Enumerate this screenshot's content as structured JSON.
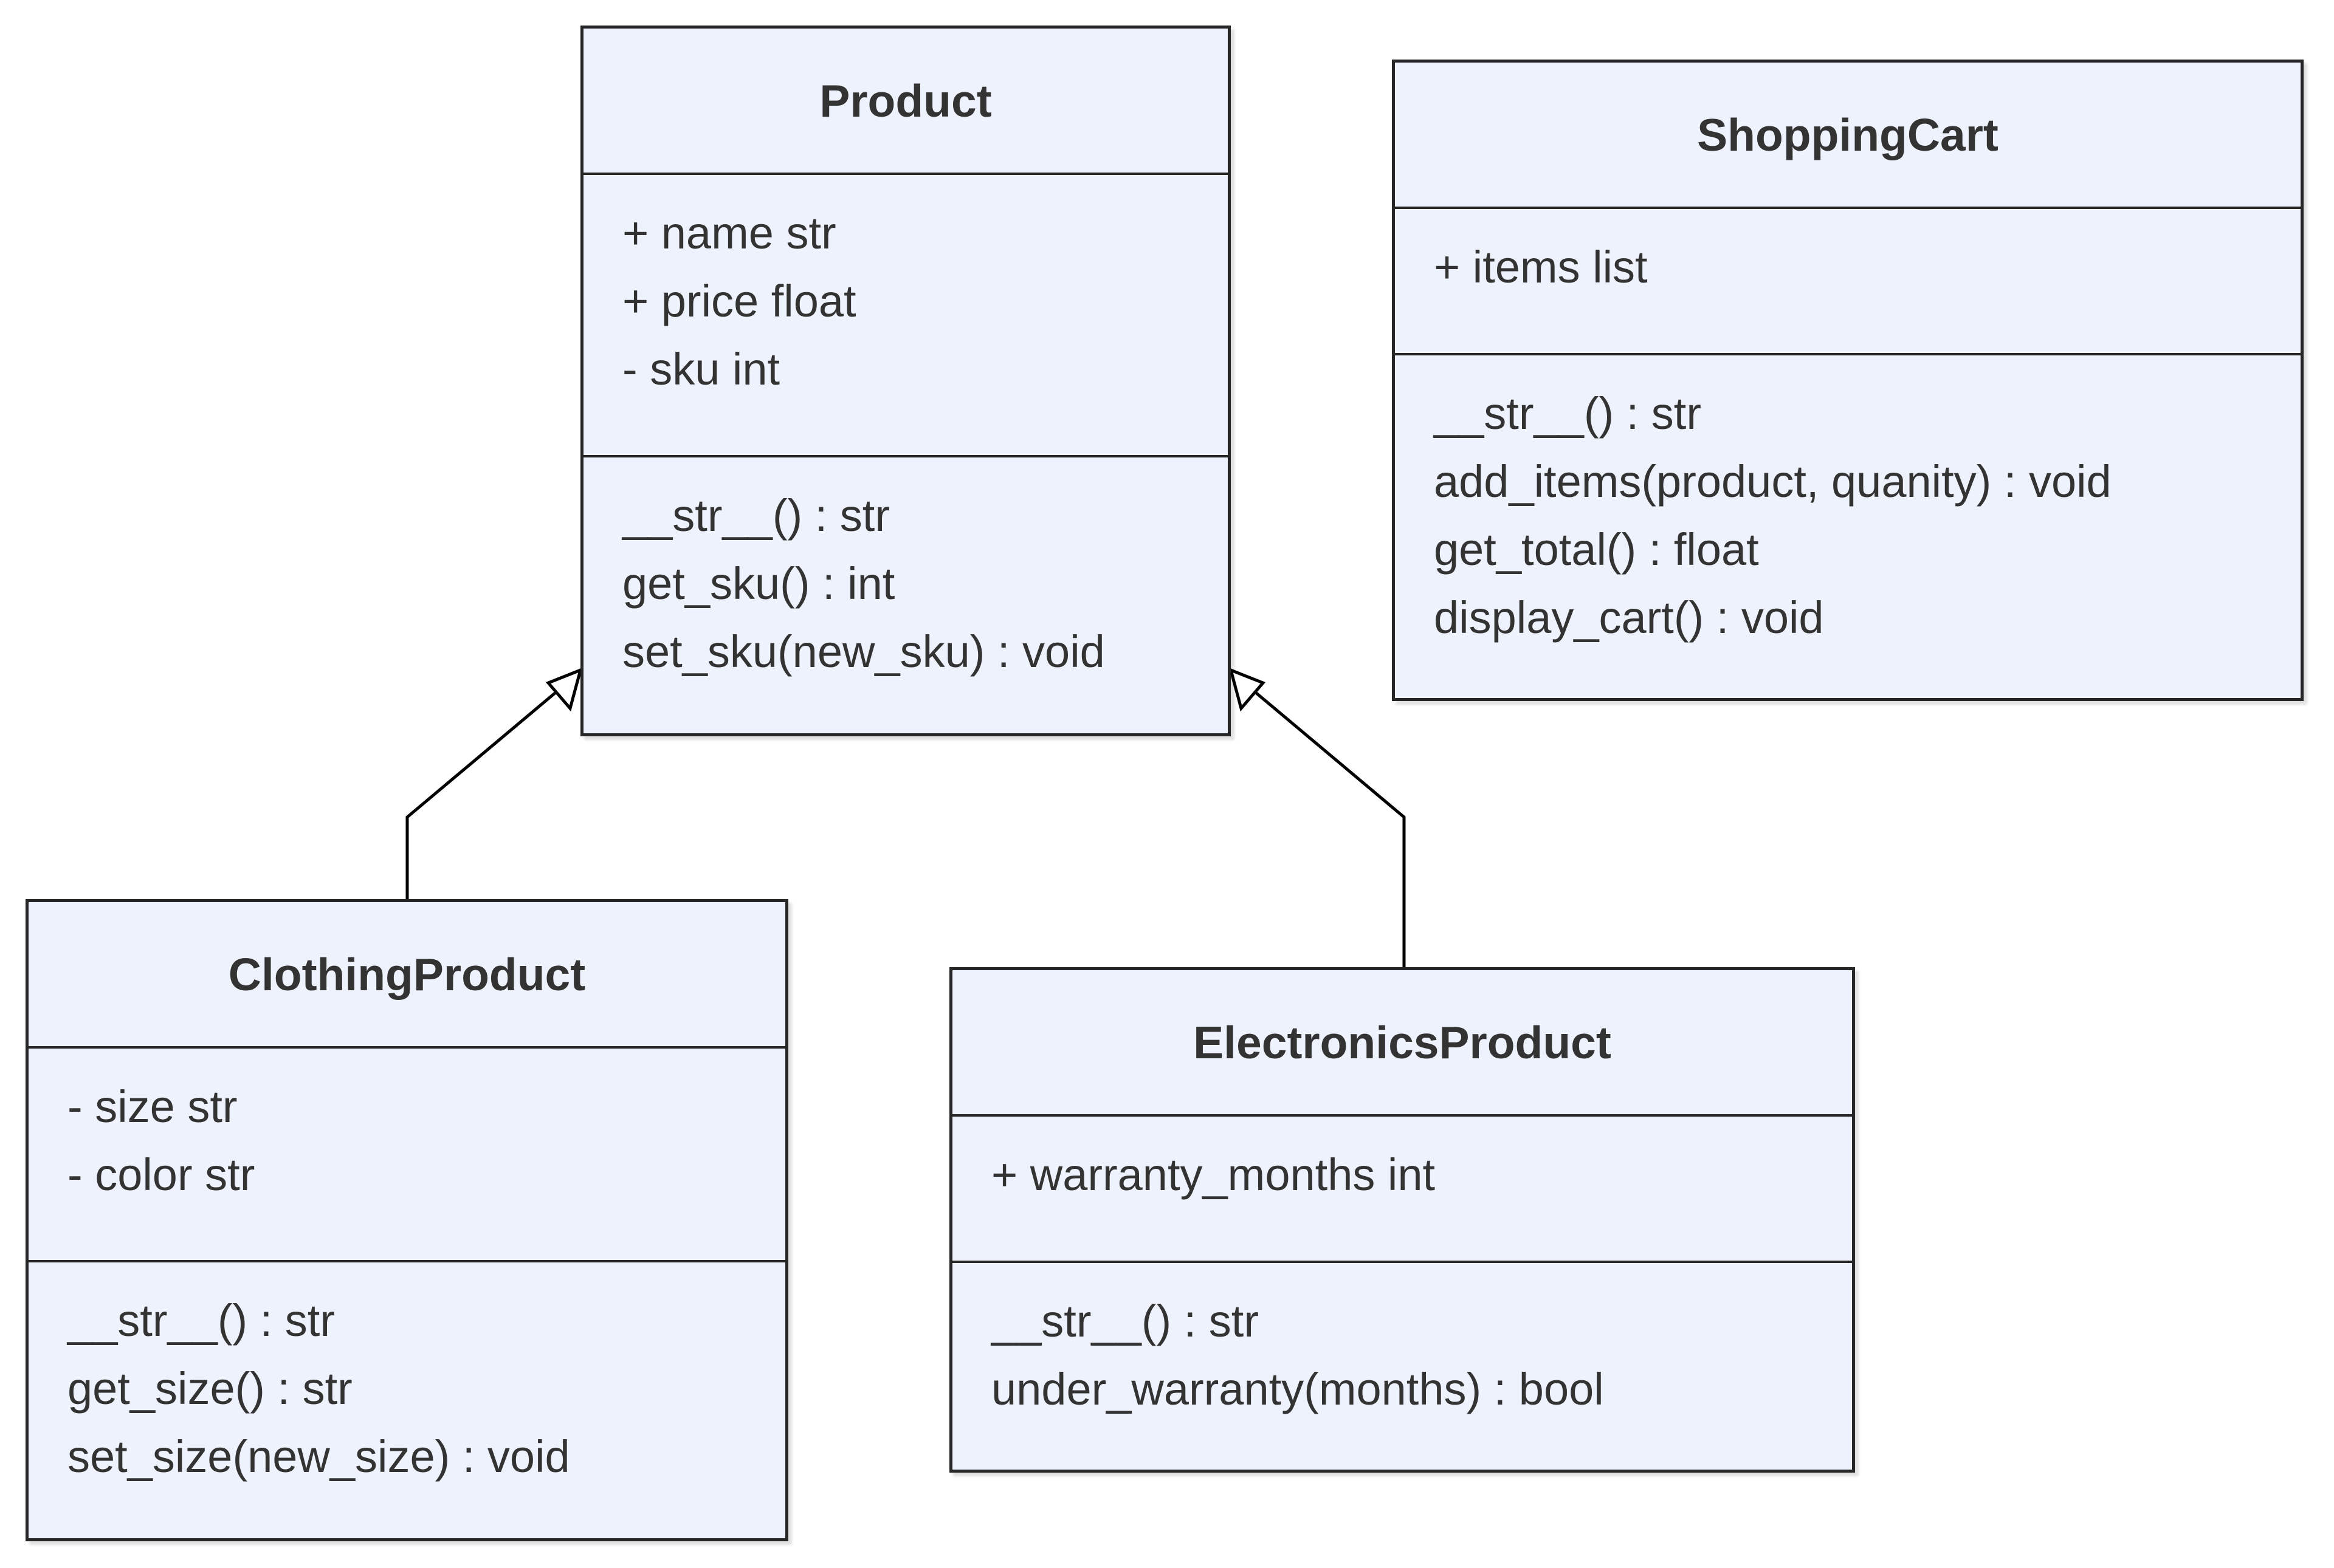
{
  "classes": {
    "product": {
      "name": "Product",
      "attributes": [
        "+ name str",
        "+ price float",
        "- sku int"
      ],
      "methods": [
        "__str__() : str",
        "get_sku() : int",
        "set_sku(new_sku) : void"
      ]
    },
    "shopping_cart": {
      "name": "ShoppingCart",
      "attributes": [
        "+ items list"
      ],
      "methods": [
        "__str__() : str",
        "add_items(product, quanity) : void",
        "get_total() : float",
        "display_cart() : void"
      ]
    },
    "clothing_product": {
      "name": "ClothingProduct",
      "attributes": [
        "- size str",
        "- color str"
      ],
      "methods": [
        "__str__() : str",
        "get_size() : str",
        "set_size(new_size) : void"
      ]
    },
    "electronics_product": {
      "name": "ElectronicsProduct",
      "attributes": [
        "+ warranty_months int"
      ],
      "methods": [
        "__str__() : str",
        "under_warranty(months) : bool"
      ]
    }
  },
  "relationships": [
    {
      "type": "inheritance",
      "from": "ClothingProduct",
      "to": "Product"
    },
    {
      "type": "inheritance",
      "from": "ElectronicsProduct",
      "to": "Product"
    }
  ],
  "colors": {
    "box_fill": "#eef2fc",
    "border": "#262626",
    "text": "#333333"
  }
}
